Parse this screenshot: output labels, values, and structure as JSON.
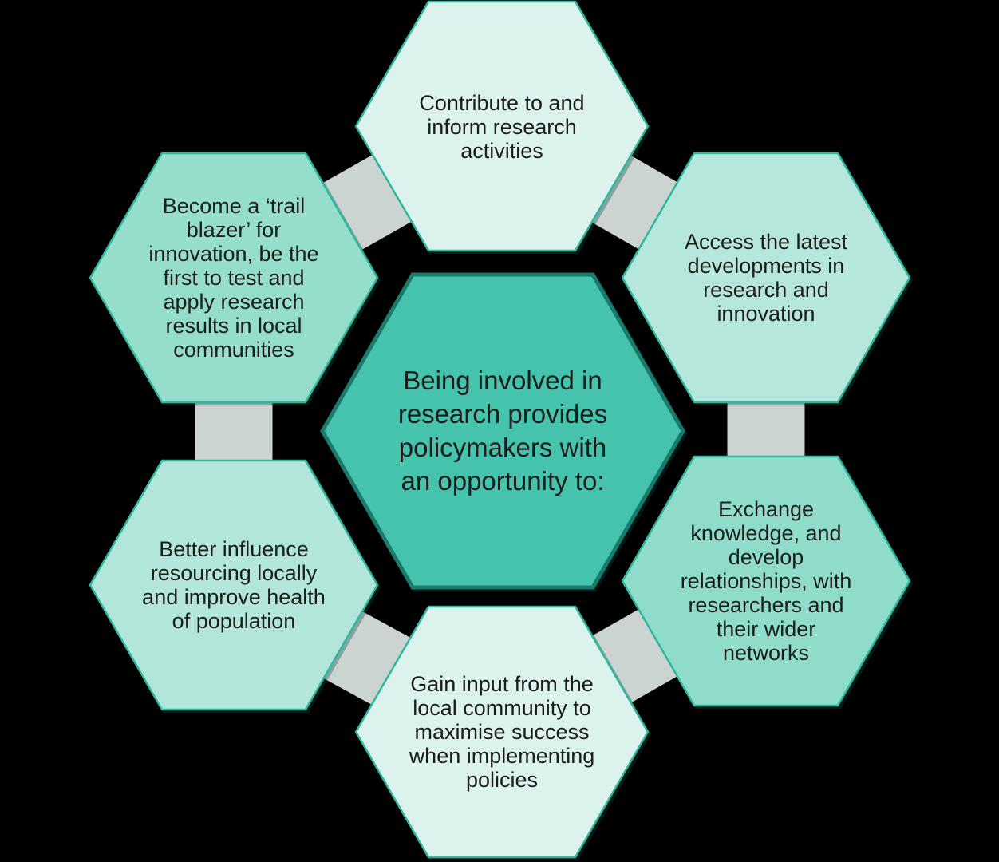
{
  "colors": {
    "background": "#000000",
    "text-color": "#1c1c1c",
    "outer-stroke": "#2fb79e",
    "center-stroke": "#1a7a6b",
    "ring-color": "#cbd4d1"
  },
  "center": {
    "label": "Being involved in\nresearch provides\npolicymakers with\nan opportunity to:",
    "fill": "#45c3ac"
  },
  "hexagons": {
    "top": {
      "label": "Contribute to and\ninform research\nactivities",
      "fill": "#dcf2ed"
    },
    "top_right": {
      "label": "Access the latest\ndevelopments in\nresearch and\ninnovation",
      "fill": "#b5e7dc"
    },
    "right": {
      "label": "Exchange\nknowledge, and\ndevelop\nrelationships, with\nresearchers and\ntheir wider\nnetworks",
      "fill": "#90dcca"
    },
    "bottom": {
      "label": "Gain input from the\nlocal community to\nmaximise success\nwhen implementing\npolicies",
      "fill": "#dcf2ed"
    },
    "bottom_left": {
      "label": "Better influence\nresourcing locally\nand improve health\nof population",
      "fill": "#b2e6da"
    },
    "top_left": {
      "label": "Become a ‘trail\nblazer’ for\ninnovation, be the\nfirst to test and\napply research\nresults in local\ncommunities",
      "fill": "#95decc"
    }
  }
}
